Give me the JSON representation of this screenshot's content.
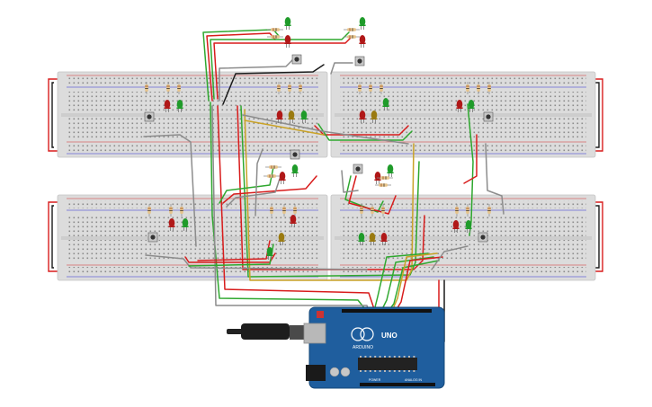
{
  "colors": {
    "breadboard": "#dcdcdc",
    "breadboard_edge": "#c4c4c4",
    "hole": "#8a8a8a",
    "rail_red": "#d42a2a",
    "rail_blue": "#2a2ad4",
    "wire_red": "#d81c1c",
    "wire_green": "#2fa82f",
    "wire_gray": "#8c8c8c",
    "wire_black": "#1a1a1a",
    "led_red": "#b01818",
    "led_yellow": "#9a7a10",
    "led_green": "#1f9b2a",
    "resistor": "#e6c48c",
    "arduino_board": "#1f5e9e",
    "arduino_text": "#ffffff",
    "chip": "#222222",
    "usb": "#b8b8b8"
  },
  "icons": {
    "breadboards": "breadboard-icon",
    "leds": "led-icon",
    "resistors": "resistor-icon",
    "buttons": "pushbutton-icon",
    "controller": "arduino-uno-icon",
    "cable": "usb-cable-icon"
  },
  "arduino": {
    "model": "UNO",
    "brand": "ARDUINO",
    "header_analog": "ANALOG IN",
    "header_power": "POWER"
  },
  "traffic_lights": [
    {
      "id": "tl-1",
      "leds": [
        "red",
        "yellow",
        "green"
      ]
    },
    {
      "id": "tl-2",
      "leds": [
        "red",
        "yellow",
        "green"
      ]
    },
    {
      "id": "tl-3",
      "leds": [
        "red",
        "yellow",
        "green"
      ]
    },
    {
      "id": "tl-4",
      "leds": [
        "red",
        "yellow",
        "green"
      ]
    }
  ],
  "pedestrian_lights": [
    {
      "id": "ped-1",
      "leds": [
        "red",
        "green"
      ]
    },
    {
      "id": "ped-2",
      "leds": [
        "red",
        "green"
      ]
    },
    {
      "id": "ped-3",
      "leds": [
        "red",
        "green"
      ]
    },
    {
      "id": "ped-4",
      "leds": [
        "red",
        "green"
      ]
    }
  ]
}
